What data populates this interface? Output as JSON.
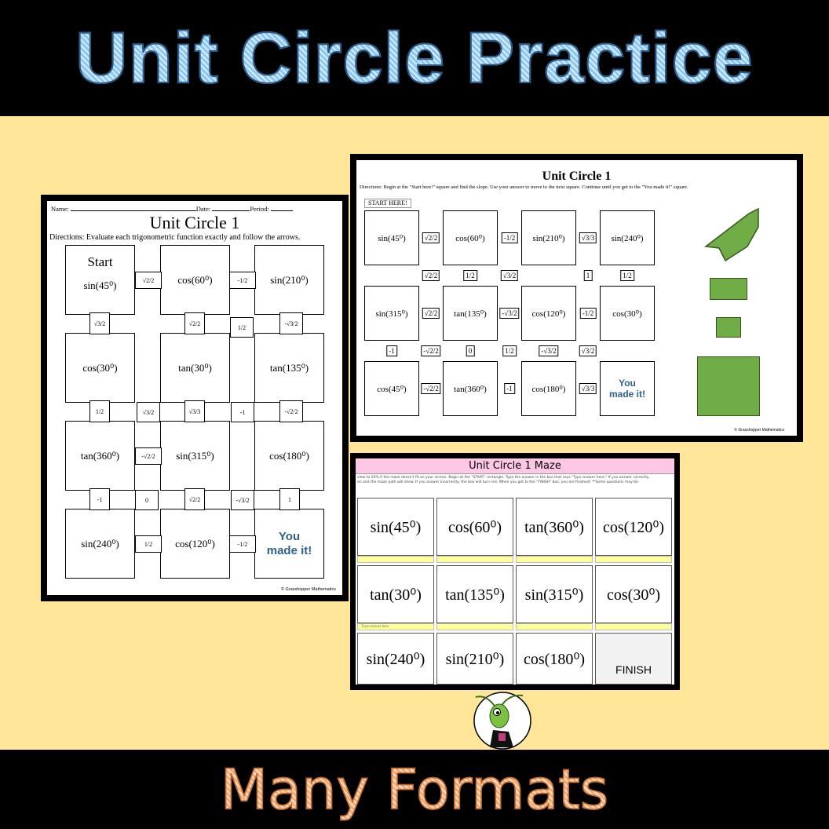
{
  "header": {
    "title": "Unit Circle Practice"
  },
  "footer": {
    "title": "Many Formats"
  },
  "worksheet": {
    "name_label": "Name:",
    "date_label": "Date:",
    "period_label": "Period:",
    "title": "Unit Circle 1",
    "directions": "Directions: Evaluate each trigonometric function exactly and follow the arrows.",
    "start_label": "Start",
    "cells": [
      "sin(45⁰)",
      "cos(60⁰)",
      "sin(210⁰)",
      "cos(30⁰)",
      "tan(30⁰)",
      "tan(135⁰)",
      "tan(360⁰)",
      "sin(315⁰)",
      "cos(180⁰)",
      "sin(240⁰)",
      "cos(120⁰)",
      "You made it!"
    ],
    "arrow_labels": [
      "√2/2",
      "-1/2",
      "-√2/2",
      "1/2",
      "-1/2",
      "√3/2",
      "√2/2",
      "-√3/2",
      "1/2",
      "√3/3",
      "-√2/2",
      "-1",
      "√2/2",
      "1",
      "1/2",
      "√3/2",
      "-1",
      "0",
      "-√3/2"
    ],
    "credit": "© Grasshopper Mathematics"
  },
  "slope_maze": {
    "title": "Unit Circle 1",
    "directions": "Directions: Begin at the \"Start here!\" square and find the slope. Use your answer to move to the next square. Continue until you get to the \"You made it!\" square.",
    "start_tag": "START HERE!",
    "cells": [
      "sin(45⁰)",
      "cos(60⁰)",
      "sin(210⁰)",
      "sin(240⁰)",
      "sin(315⁰)",
      "tan(135⁰)",
      "cos(120⁰)",
      "cos(30⁰)",
      "cos(45⁰)",
      "tan(360⁰)",
      "cos(180⁰)",
      "You made it!"
    ],
    "labels": [
      "√2/2",
      "-1/2",
      "√3/3",
      "√2/2",
      "-√3/2",
      "-1/2",
      "-√2/2",
      "-1",
      "√3/3",
      "√2/2",
      "1/2",
      "√3/2",
      "1",
      "1/2",
      "-1",
      "-√2/2",
      "0",
      "1/2",
      "-√3/2",
      "√3/2"
    ],
    "credit": "© Grasshopper Mathematics",
    "accent": "#70AD47"
  },
  "digital_maze": {
    "title": "Unit Circle 1 Maze",
    "instructions_1": "view to 50% if the maze doesn't fit on your screen. Begin at the \"START\" rectangle. Type the answer in the box that says \"Type answer here.\" If you answer correctly,",
    "instructions_2": "en and the maze path will show. If you answer incorrectly, the box will turn red. When you get to the \"FINISH\" box, you are finished! **Some questions may be",
    "cells": [
      "sin(45⁰)",
      "cos(60⁰)",
      "tan(360⁰)",
      "cos(120⁰)",
      "tan(30⁰)",
      "tan(135⁰)",
      "sin(315⁰)",
      "cos(30⁰)",
      "sin(240⁰)",
      "sin(210⁰)",
      "cos(180⁰)",
      "FINISH"
    ],
    "answer_placeholder": "Type answer here",
    "header_color": "#FFC7E6"
  }
}
